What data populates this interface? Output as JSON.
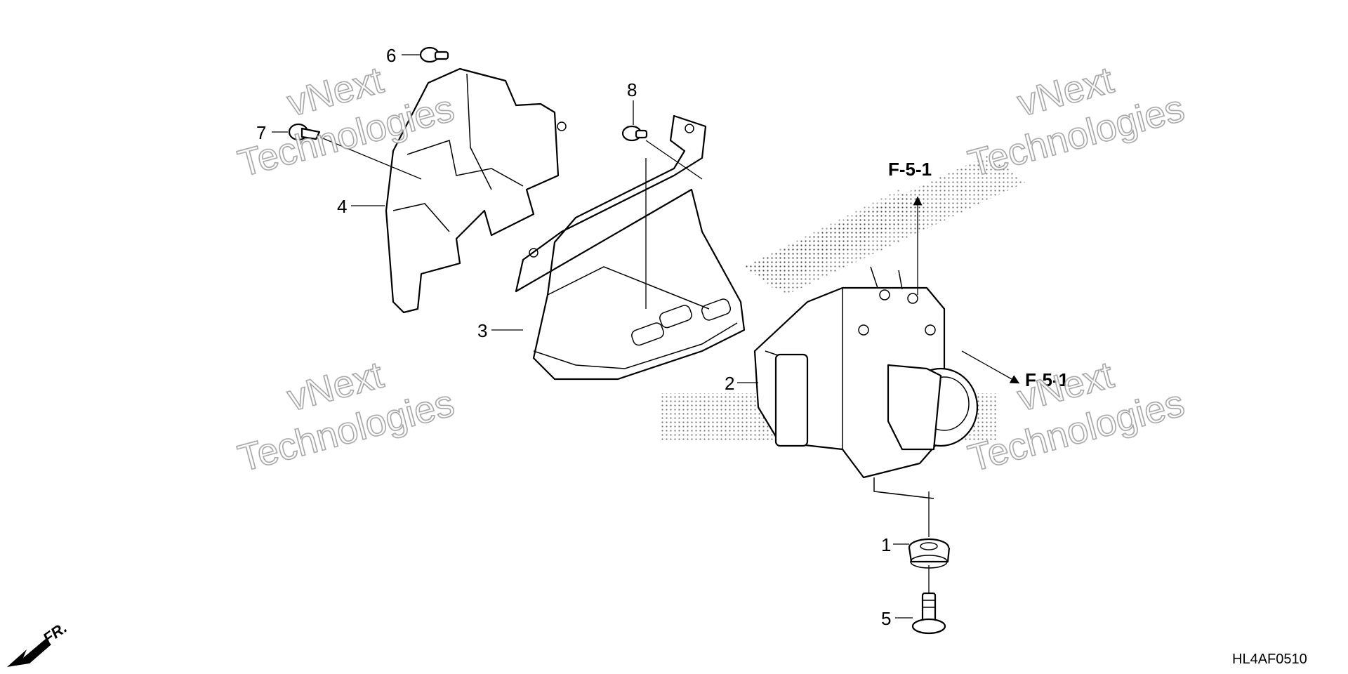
{
  "callouts": [
    {
      "id": "1",
      "label": "1"
    },
    {
      "id": "2",
      "label": "2"
    },
    {
      "id": "3",
      "label": "3"
    },
    {
      "id": "4",
      "label": "4"
    },
    {
      "id": "5",
      "label": "5"
    },
    {
      "id": "6",
      "label": "6"
    },
    {
      "id": "7",
      "label": "7"
    },
    {
      "id": "8",
      "label": "8"
    }
  ],
  "references": {
    "top": "F-5-1",
    "right": "F-5-1"
  },
  "diagram_code": "HL4AF0510",
  "front_indicator": "FR.",
  "watermark": {
    "line1": "vNext",
    "line2": "Technologies"
  },
  "colors": {
    "ink": "#000000",
    "watermark_outline": "#9a9a9a",
    "shading": "#b5b5b5"
  }
}
